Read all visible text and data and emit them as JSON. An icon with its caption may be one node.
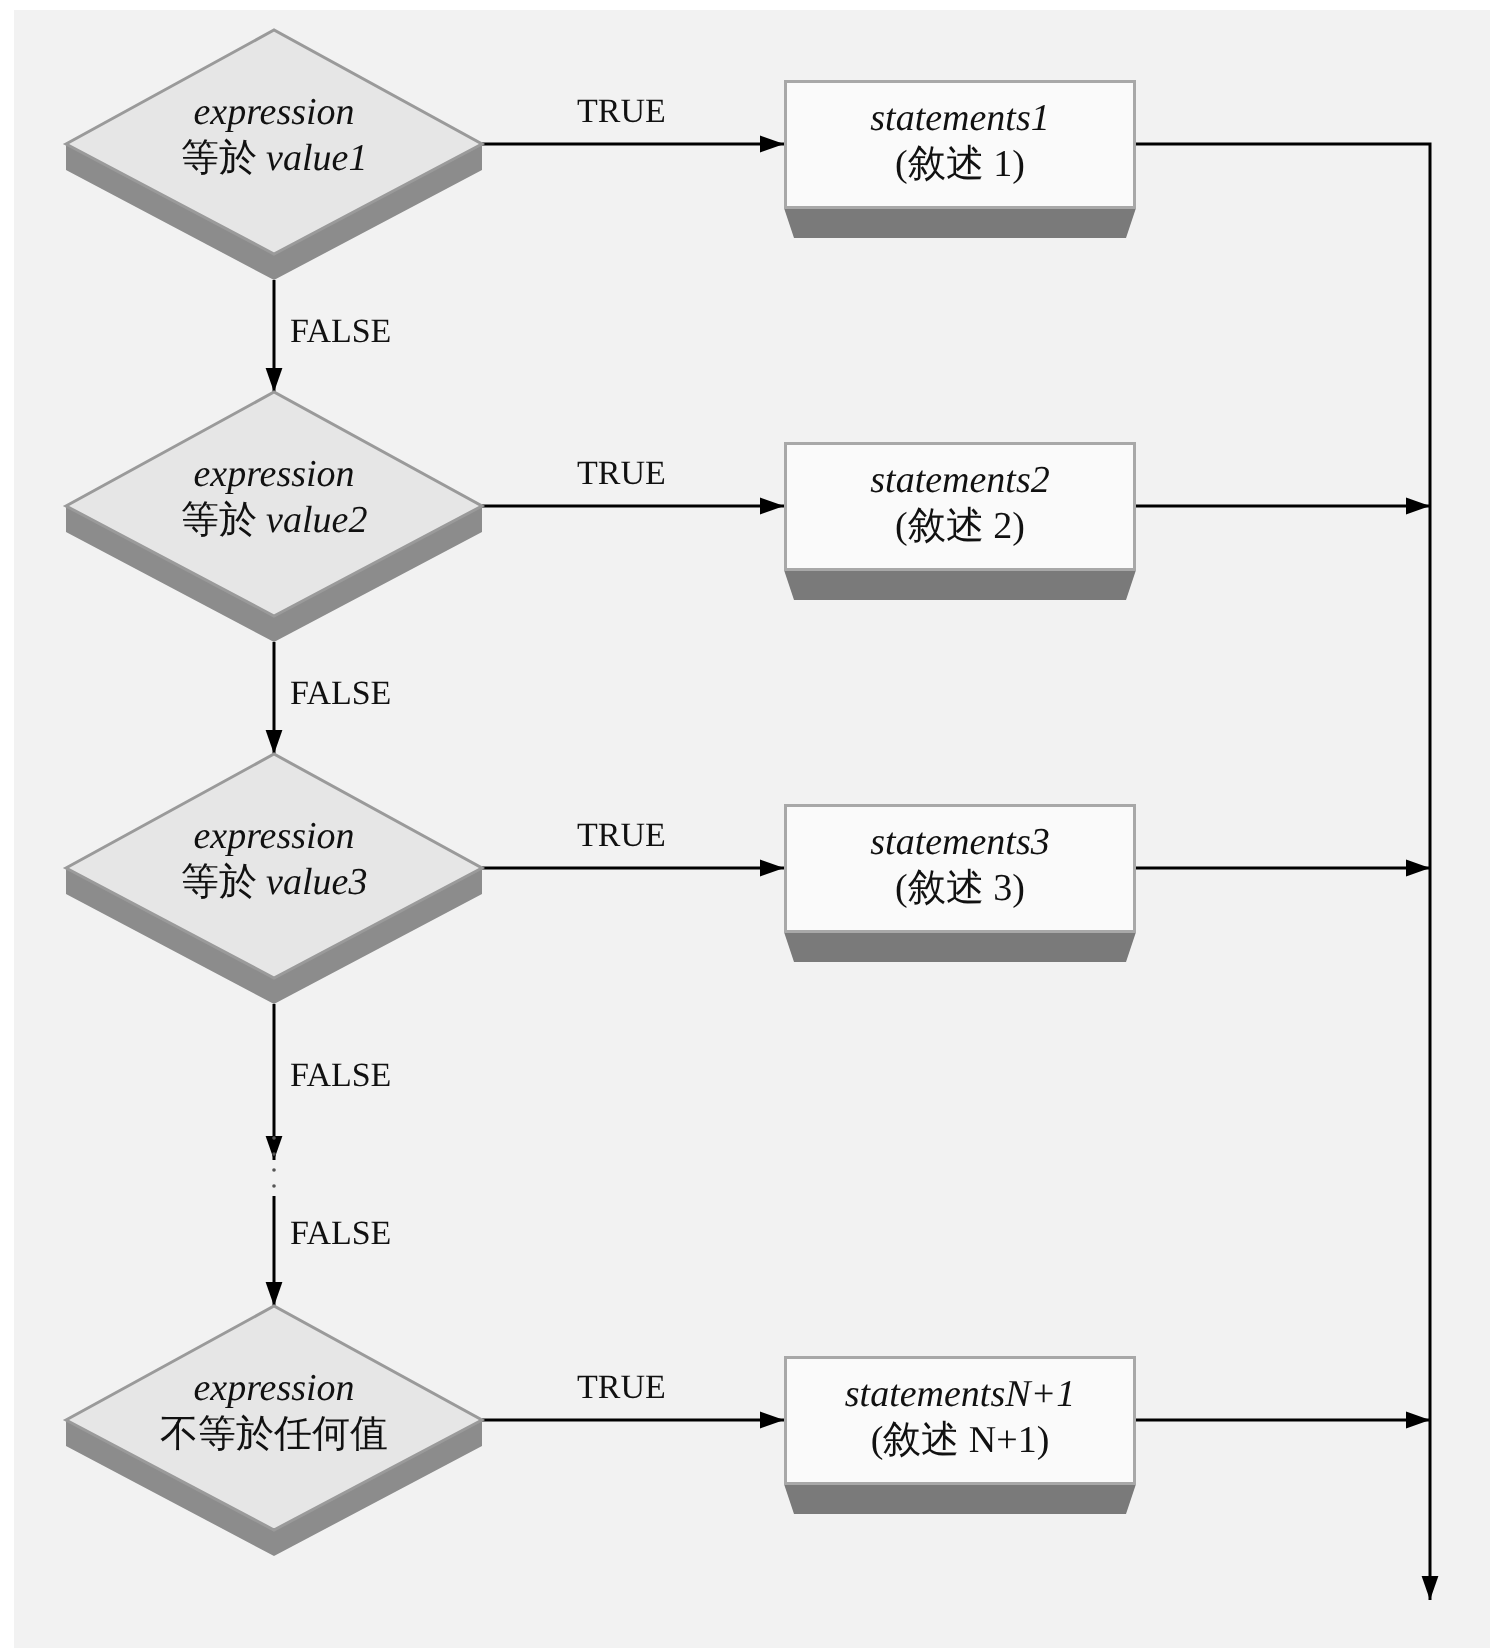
{
  "diagram": {
    "nodes": [
      {
        "text": [
          "expression",
          "等於 *value1*"
        ]
      },
      {
        "text": [
          "statements1",
          "(敘述 1)"
        ]
      },
      {
        "text": [
          "expression",
          "等於 *value2*"
        ]
      },
      {
        "text": [
          "statements2",
          "(敘述 2)"
        ]
      },
      {
        "text": [
          "expression",
          "等於 *value3*"
        ]
      },
      {
        "text": [
          "statements3",
          "(敘述 3)"
        ]
      },
      {
        "text": [
          "expression",
          "不等於任何值"
        ]
      },
      {
        "text": [
          "statementsN+1",
          "(敘述 N+1)"
        ]
      }
    ],
    "edges": [
      {
        "from": 0,
        "to": 1,
        "arrow": "to",
        "label": "TRUE"
      },
      {
        "from": 0,
        "to": 2,
        "arrow": "to",
        "label": "FALSE"
      },
      {
        "from": 2,
        "to": 3,
        "arrow": "to",
        "label": "TRUE"
      },
      {
        "from": 2,
        "to": 4,
        "arrow": "to",
        "label": "FALSE"
      },
      {
        "from": 4,
        "to": 5,
        "arrow": "to",
        "label": "TRUE"
      },
      {
        "from": 4,
        "to": null,
        "arrow": "to",
        "label": "FALSE"
      },
      {
        "from": null,
        "to": 6,
        "arrow": "to",
        "label": "FALSE"
      },
      {
        "from": 6,
        "to": 7,
        "arrow": "to",
        "label": "TRUE"
      },
      {
        "from": 1,
        "to": null,
        "arrow": "to"
      },
      {
        "from": 3,
        "to": null,
        "arrow": "to"
      },
      {
        "from": 5,
        "to": null,
        "arrow": "to"
      },
      {
        "from": 7,
        "to": null,
        "arrow": "to"
      }
    ]
  }
}
